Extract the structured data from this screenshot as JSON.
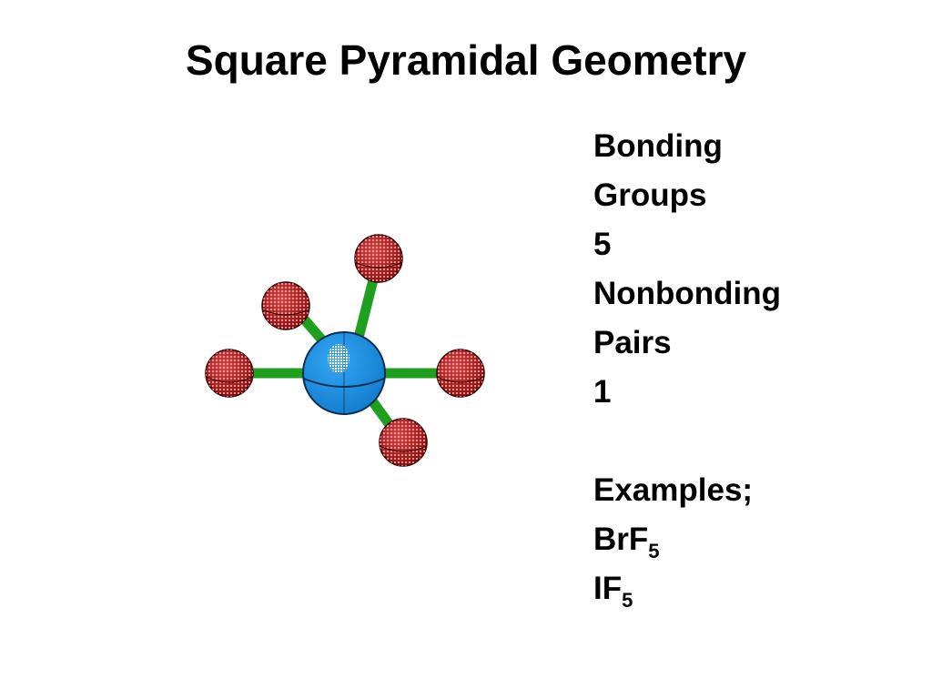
{
  "title": "Square Pyramidal Geometry",
  "info": {
    "bonding_label_1": "Bonding",
    "bonding_label_2": "Groups",
    "bonding_value": "5",
    "nonbonding_label_1": "Nonbonding",
    "nonbonding_label_2": "Pairs",
    "nonbonding_value": "1",
    "examples_label": "Examples;",
    "example_1": {
      "base": "BrF",
      "subscript": "5"
    },
    "example_2": {
      "base": "IF",
      "subscript": "5"
    }
  },
  "colors": {
    "central_atom": "#1a8fe6",
    "outer_atom": "#c01818",
    "bond": "#1ea01e"
  }
}
